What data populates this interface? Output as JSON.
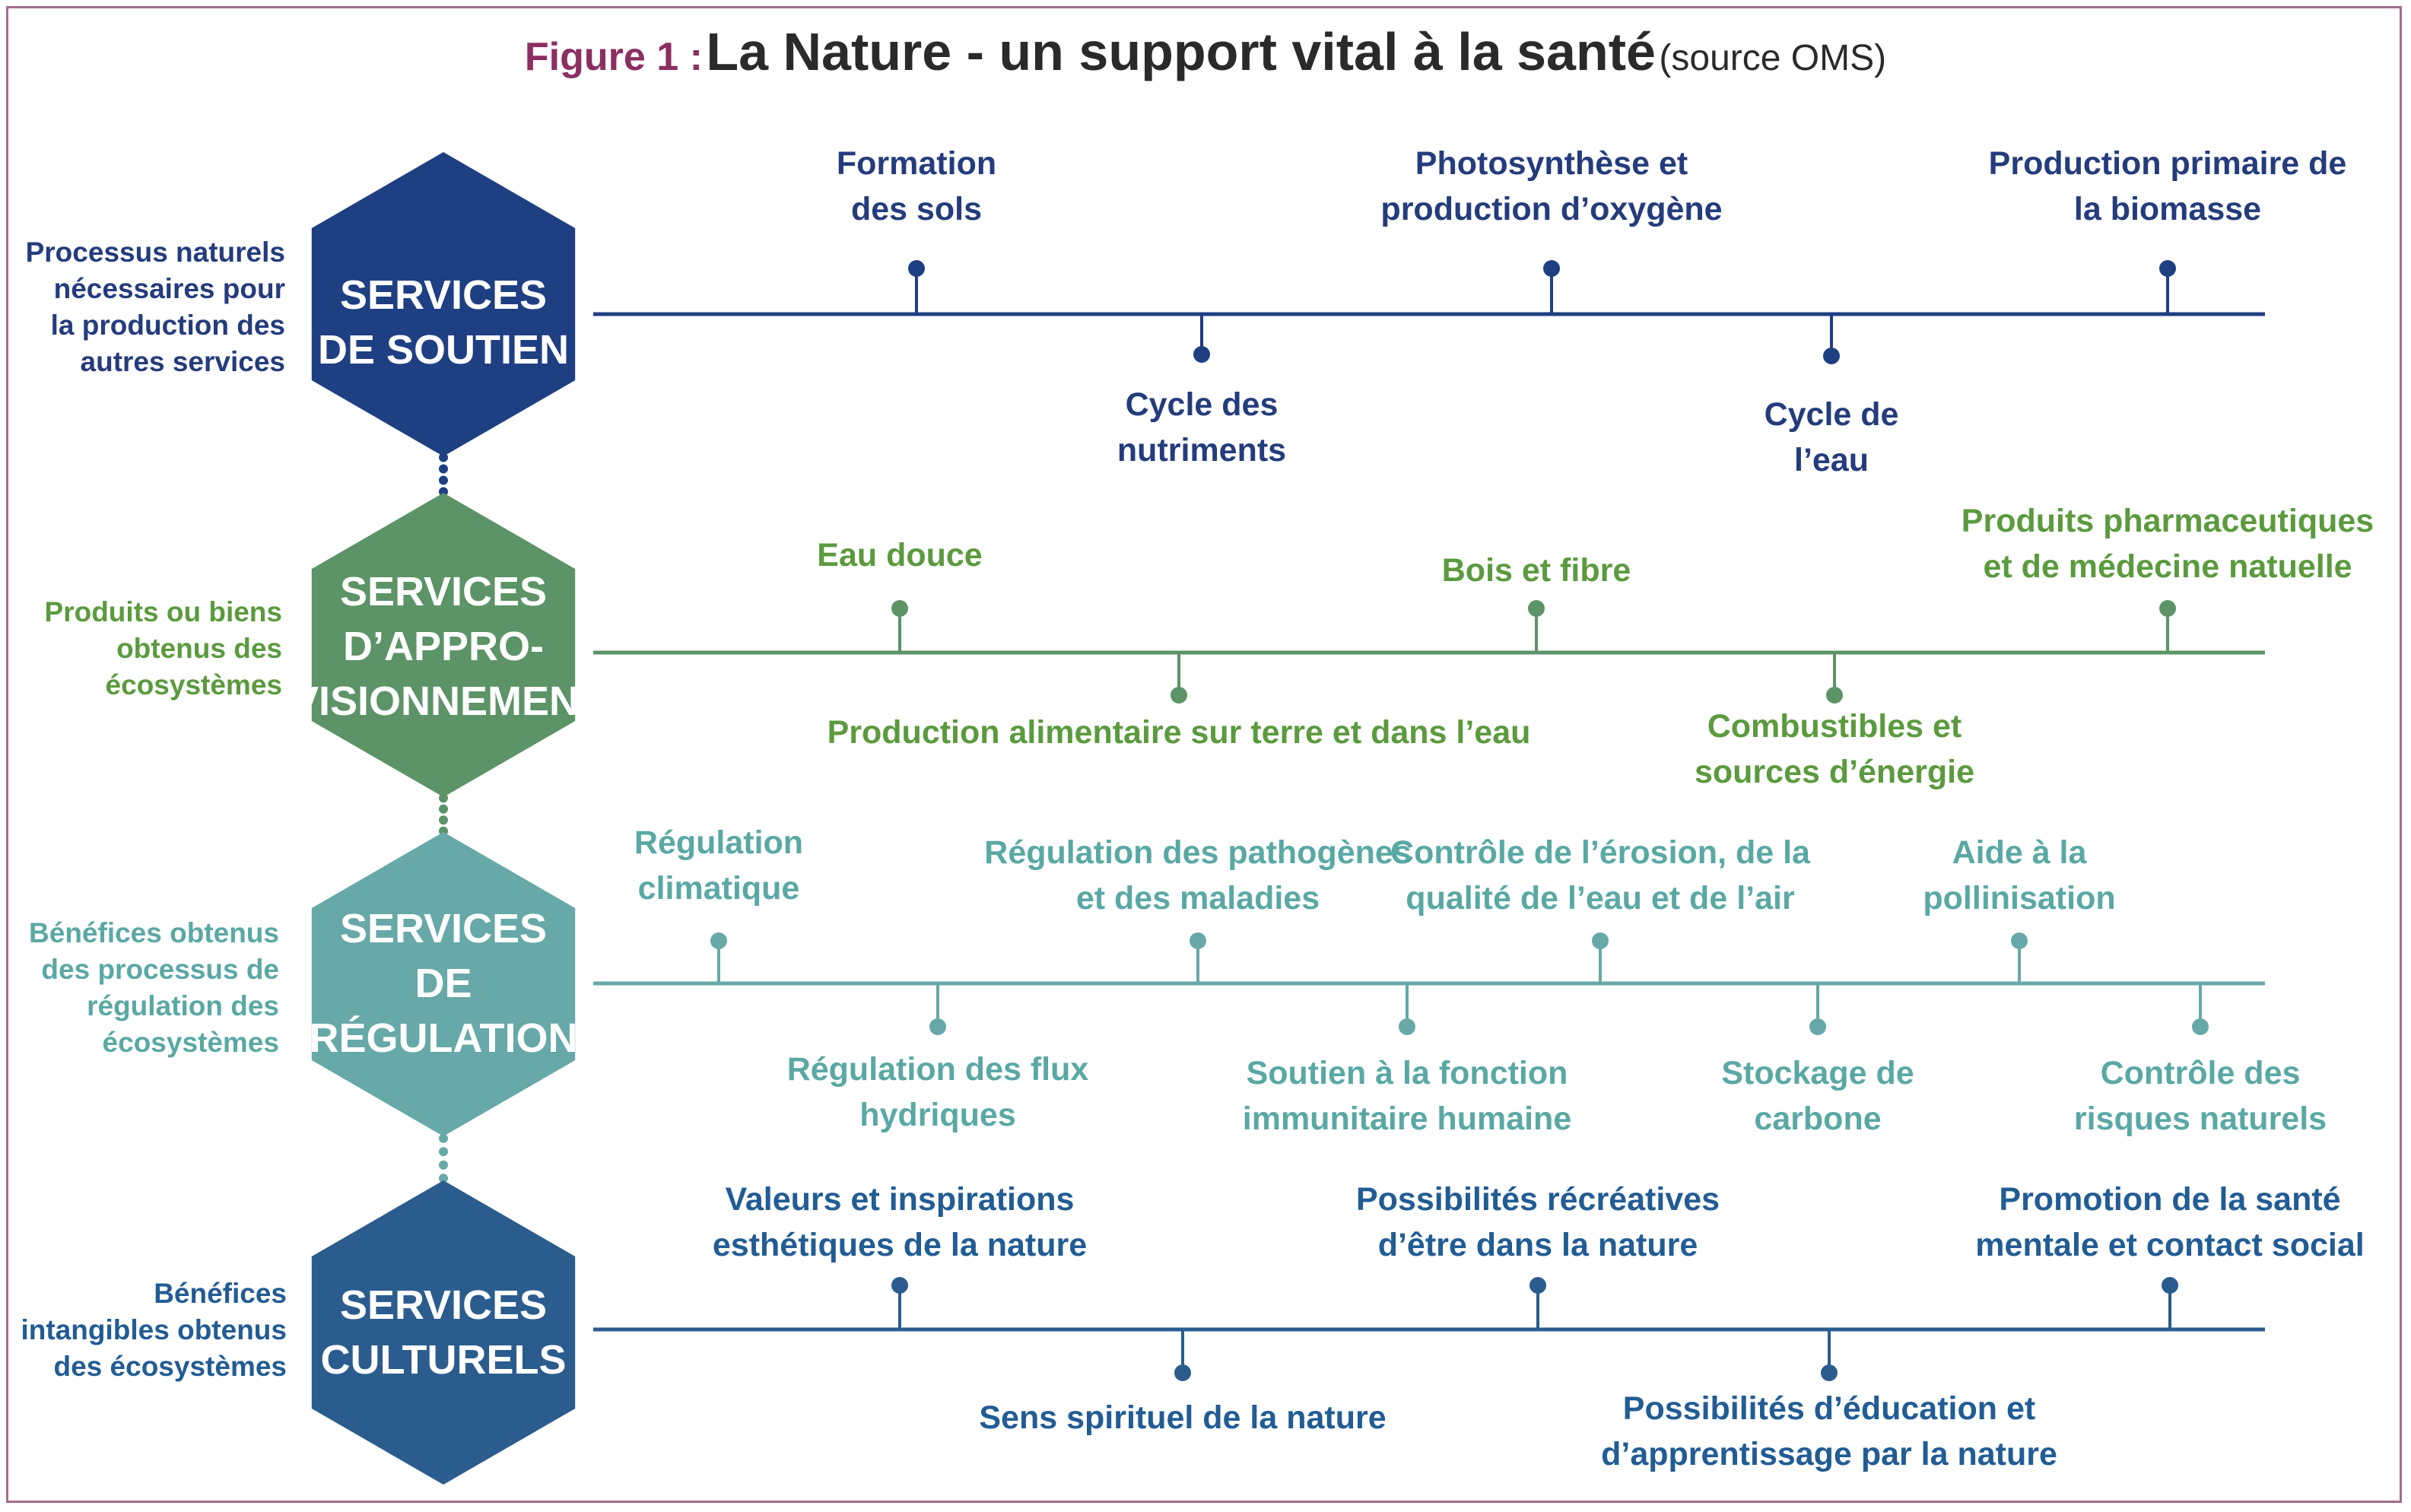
{
  "title": {
    "figure": "Figure 1 :",
    "main": "La Nature - un support vital à la santé",
    "source": "(source OMS)"
  },
  "colors": {
    "frame": "#a26c8e",
    "soutien": "#1f3f83",
    "approvisionnement": "#5c9367",
    "regulation": "#67a8a8",
    "culturels": "#2b5c8e"
  },
  "soutien": {
    "hex": [
      "SERVICES",
      "DE SOUTIEN"
    ],
    "desc": [
      "Processus naturels",
      "nécessaires pour",
      "la production des",
      "autres services"
    ],
    "items": [
      [
        "Formation",
        "des sols"
      ],
      [
        "Cycle des",
        "nutriments"
      ],
      [
        "Photosynthèse et",
        "production d’oxygène"
      ],
      [
        "Cycle de",
        "l’eau"
      ],
      [
        "Production primaire de",
        "la biomasse"
      ]
    ]
  },
  "approvisionnement": {
    "hex": [
      "SERVICES",
      "D’APPRO-",
      "VISIONNEMENT"
    ],
    "desc": [
      "Produits ou biens",
      "obtenus des",
      "écosystèmes"
    ],
    "items": [
      [
        "Eau douce"
      ],
      [
        "Production alimentaire sur terre et dans l’eau"
      ],
      [
        "Bois et fibre"
      ],
      [
        "Combustibles et",
        "sources d’énergie"
      ],
      [
        "Produits pharmaceutiques",
        "et de médecine natuelle"
      ]
    ]
  },
  "regulation": {
    "hex": [
      "SERVICES",
      "DE",
      "RÉGULATION"
    ],
    "desc": [
      "Bénéfices obtenus",
      "des processus de",
      "régulation des",
      "écosystèmes"
    ],
    "items": [
      [
        "Régulation",
        "climatique"
      ],
      [
        "Régulation des flux",
        "hydriques"
      ],
      [
        "Régulation des pathogènes",
        "et des maladies"
      ],
      [
        "Soutien à la fonction",
        "immunitaire humaine"
      ],
      [
        "Contrôle de l’érosion, de la",
        "qualité de l’eau et de l’air"
      ],
      [
        "Stockage de",
        "carbone"
      ],
      [
        "Aide à la",
        "pollinisation"
      ],
      [
        "Contrôle des",
        "risques naturels"
      ]
    ]
  },
  "culturels": {
    "hex": [
      "SERVICES",
      "CULTURELS"
    ],
    "desc": [
      "Bénéfices",
      "intangibles obtenus",
      "des écosystèmes"
    ],
    "items": [
      [
        "Valeurs et inspirations",
        "esthétiques de la nature"
      ],
      [
        "Sens spirituel de la nature"
      ],
      [
        "Possibilités récréatives",
        "d’être dans la nature"
      ],
      [
        "Possibilités d’éducation et",
        "d’apprentissage par la nature"
      ],
      [
        "Promotion de la santé",
        "mentale et contact social"
      ]
    ]
  }
}
